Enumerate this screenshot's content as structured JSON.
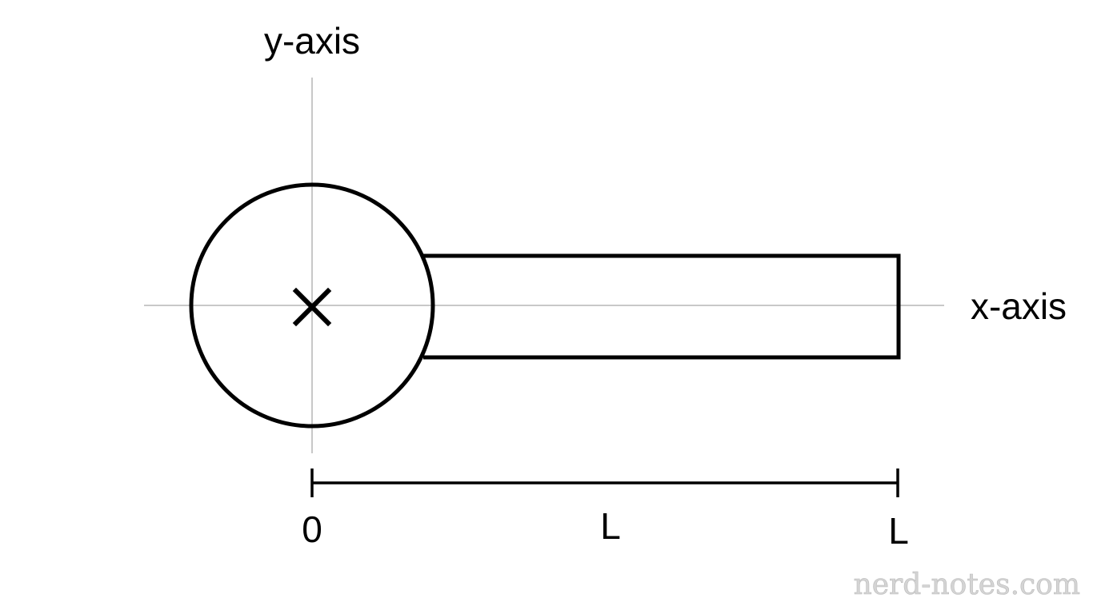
{
  "diagram": {
    "y_axis_label": "y-axis",
    "x_axis_label": "x-axis",
    "origin_label": "0",
    "dimension_label": "L",
    "end_label": "L",
    "pivot_marker": "x-mark-icon",
    "watermark": "nerd-notes.com",
    "colors": {
      "stroke": "#000000",
      "axes": "#c8c8c8",
      "watermark": "#d4d4d4"
    }
  }
}
